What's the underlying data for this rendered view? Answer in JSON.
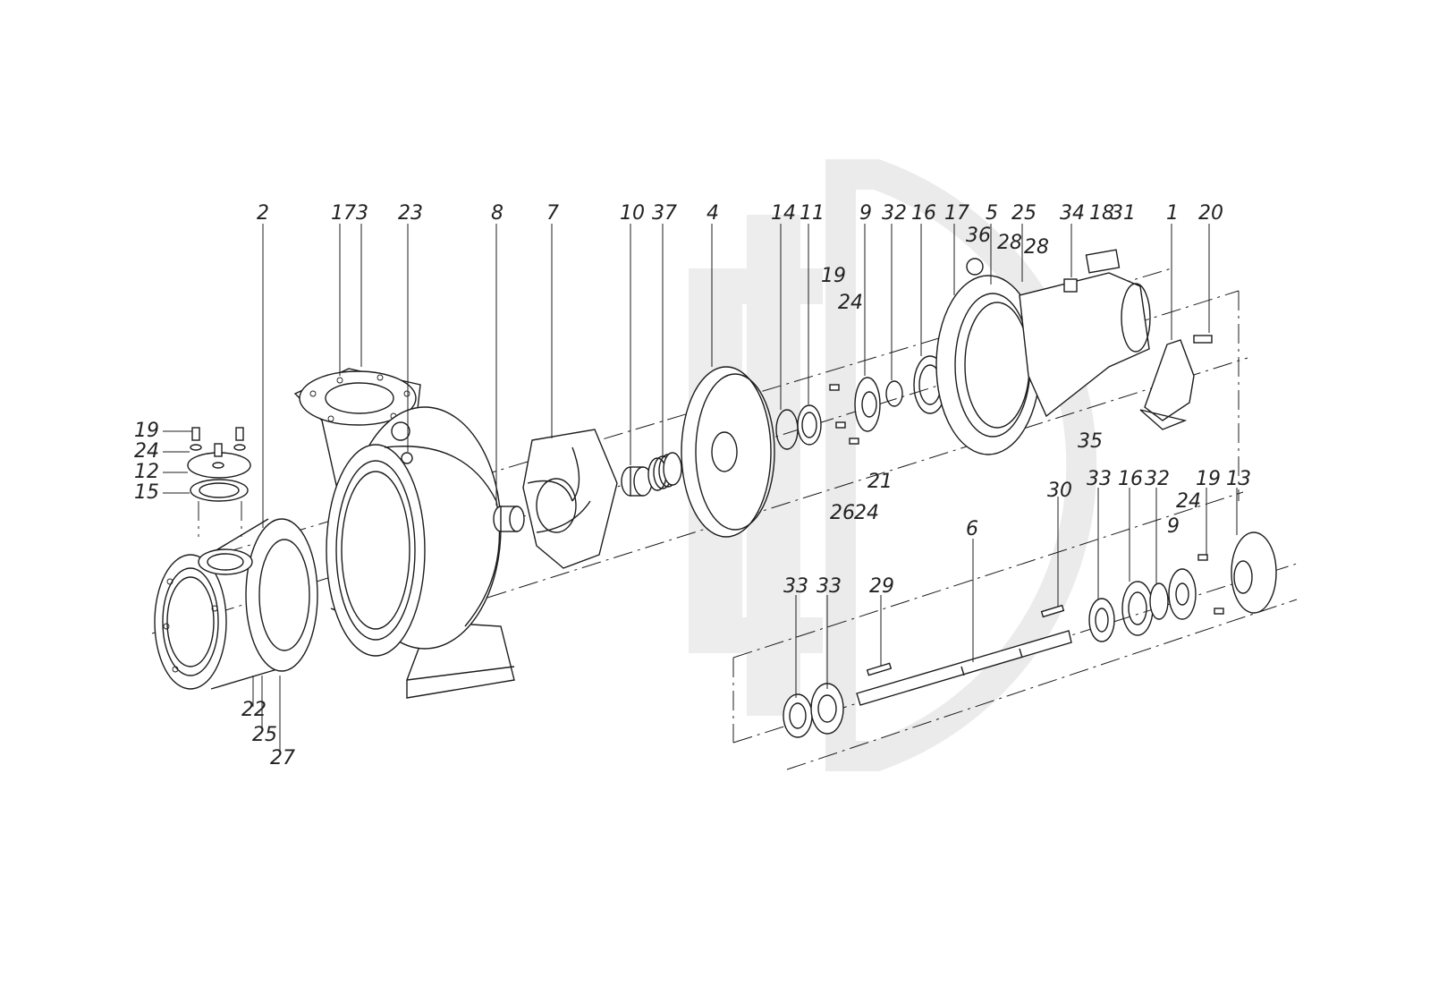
{
  "diagram": {
    "labels": [
      {
        "text": "2"
      },
      {
        "text": "17"
      },
      {
        "text": "3"
      },
      {
        "text": "23"
      },
      {
        "text": "8"
      },
      {
        "text": "7"
      },
      {
        "text": "10"
      },
      {
        "text": "37"
      },
      {
        "text": "4"
      },
      {
        "text": "14"
      },
      {
        "text": "11"
      },
      {
        "text": "9"
      },
      {
        "text": "32"
      },
      {
        "text": "16"
      },
      {
        "text": "17"
      },
      {
        "text": "5"
      },
      {
        "text": "25"
      },
      {
        "text": "34"
      },
      {
        "text": "18"
      },
      {
        "text": "31"
      },
      {
        "text": "1"
      },
      {
        "text": "20"
      },
      {
        "text": "36"
      },
      {
        "text": "28"
      },
      {
        "text": "28"
      },
      {
        "text": "19"
      },
      {
        "text": "24"
      },
      {
        "text": "26"
      },
      {
        "text": "24"
      },
      {
        "text": "21"
      },
      {
        "text": "35"
      },
      {
        "text": "19"
      },
      {
        "text": "24"
      },
      {
        "text": "12"
      },
      {
        "text": "15"
      },
      {
        "text": "22"
      },
      {
        "text": "25"
      },
      {
        "text": "27"
      },
      {
        "text": "33"
      },
      {
        "text": "33"
      },
      {
        "text": "29"
      },
      {
        "text": "6"
      },
      {
        "text": "30"
      },
      {
        "text": "33"
      },
      {
        "text": "16"
      },
      {
        "text": "32"
      },
      {
        "text": "9"
      },
      {
        "text": "24"
      },
      {
        "text": "19"
      },
      {
        "text": "13"
      }
    ]
  }
}
